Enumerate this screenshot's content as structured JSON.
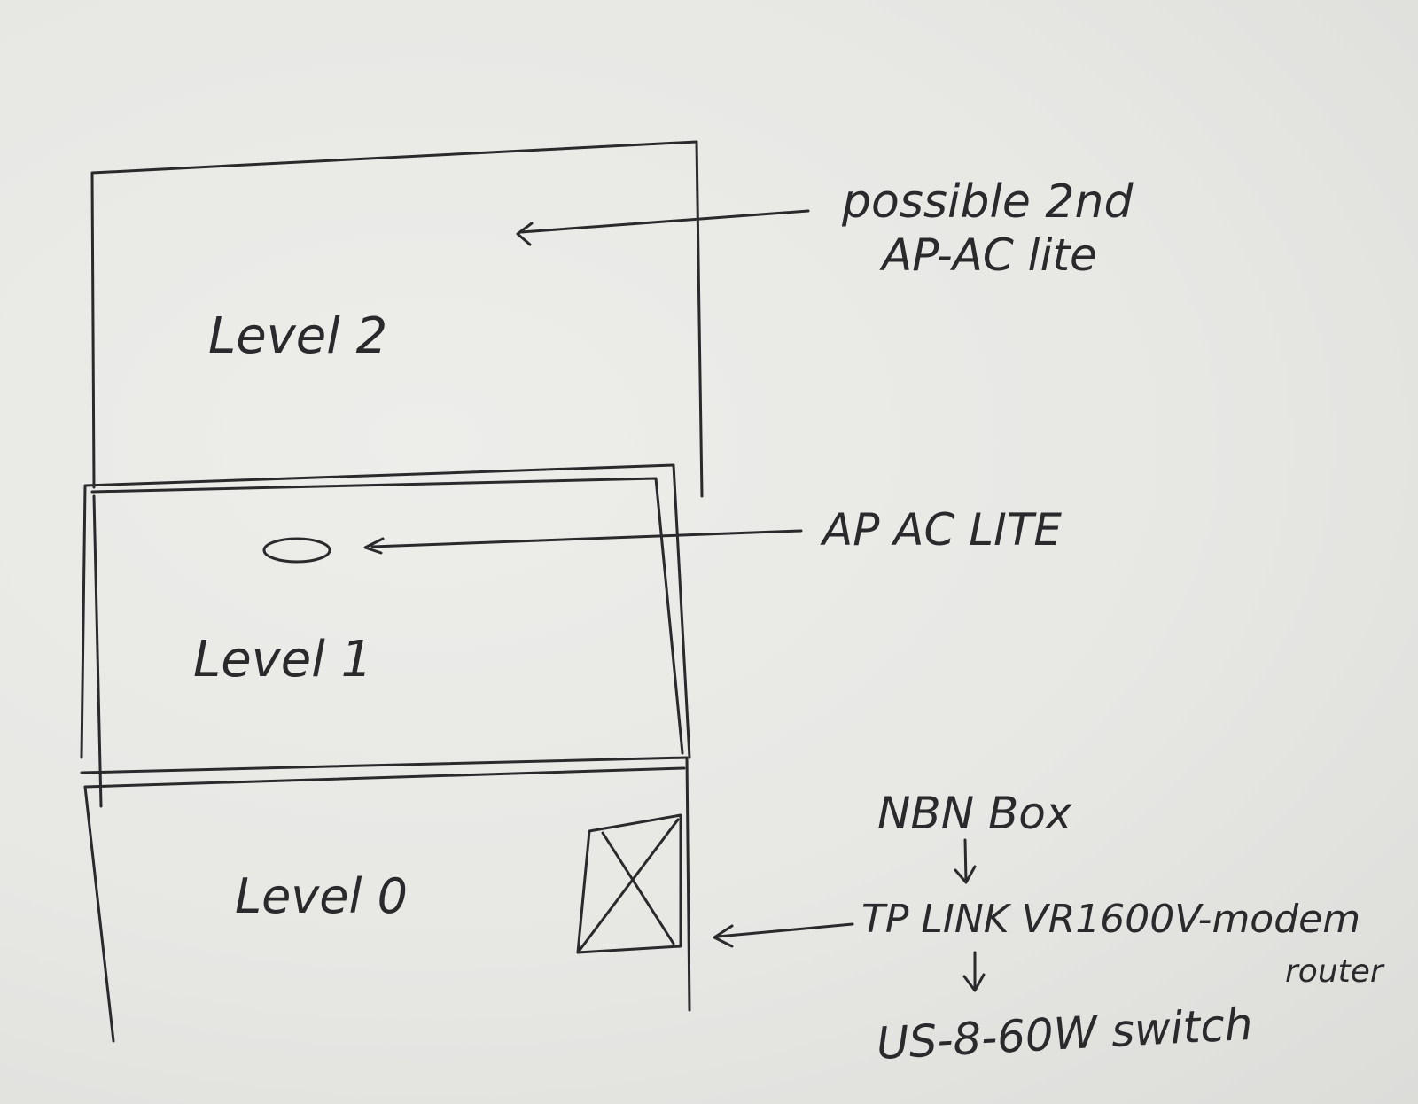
{
  "diagram": {
    "floors": [
      {
        "label": "Level 2"
      },
      {
        "label": "Level 1"
      },
      {
        "label": "Level 0"
      }
    ],
    "annotations": {
      "possible_ap_line1": "possible 2nd",
      "possible_ap_line2": "AP-AC lite",
      "ap_ac_lite": "AP AC LITE",
      "chain": [
        "NBN Box",
        "TP LINK VR1600V-modem",
        "router",
        "US-8-60W switch"
      ]
    },
    "colors": {
      "ink": "#2a2a2c",
      "paper": "#e8e8e5"
    }
  }
}
